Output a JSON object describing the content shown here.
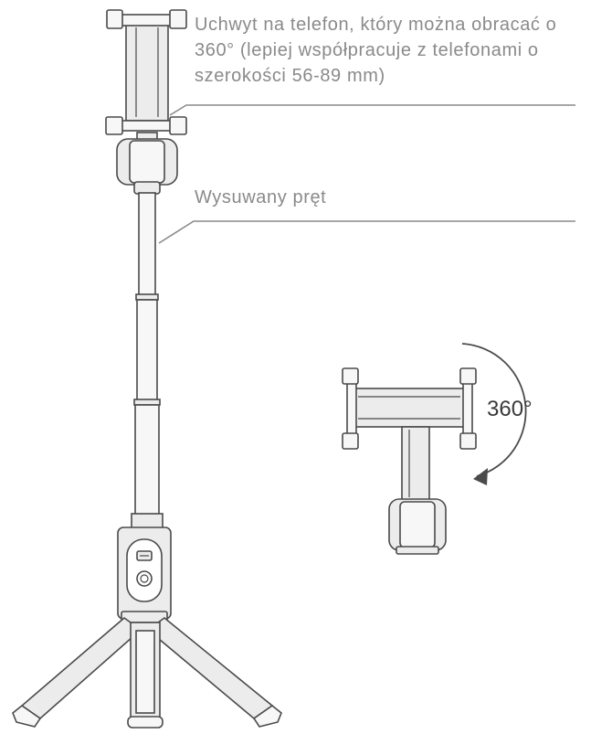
{
  "labels": {
    "phone_holder": [
      "Uchwyt na telefon, który można obracać o",
      "360° (lepiej współpracuje z telefonami o",
      "szerokości 56-89 mm)"
    ],
    "extendable_rod": "Wysuwany pręt",
    "rotation": "360°"
  },
  "colors": {
    "line": "#4a4a4a",
    "fill": "#ececec",
    "label_text": "#8a8a8a",
    "leader_line": "#8a8a8a"
  },
  "icons": {
    "rotation_arrow": "circular-arrow-icon",
    "shutter_button": "shutter-button-icon"
  }
}
